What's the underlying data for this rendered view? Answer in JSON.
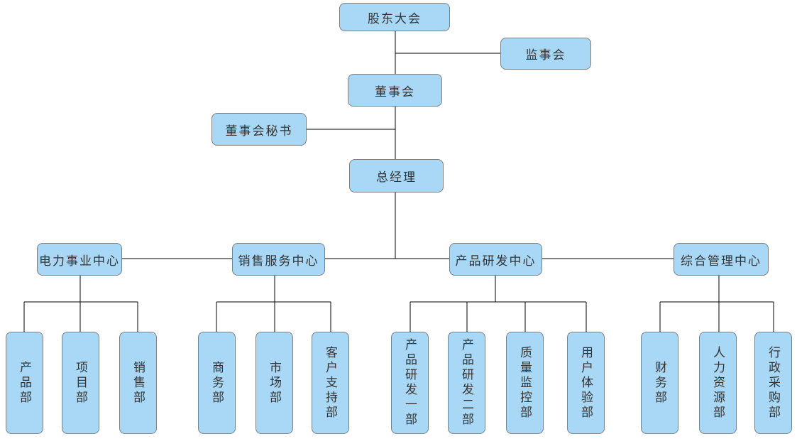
{
  "governance": {
    "shareholders_meeting": "股东大会",
    "supervisory_board": "监事会",
    "board_of_directors": "董事会",
    "board_secretary": "董事会秘书",
    "general_manager": "总经理"
  },
  "centers": [
    {
      "label": "电力事业中心",
      "departments": [
        "产品部",
        "项目部",
        "销售部"
      ]
    },
    {
      "label": "销售服务中心",
      "departments": [
        "商务部",
        "市场部",
        "客户支持部"
      ]
    },
    {
      "label": "产品研发中心",
      "departments": [
        "产品研发一部",
        "产品研发二部",
        "质量监控部",
        "用户体验部"
      ]
    },
    {
      "label": "综合管理中心",
      "departments": [
        "财务部",
        "人力资源部",
        "行政采购部"
      ]
    }
  ],
  "colors": {
    "node_fill": "#A9D8F6",
    "node_border": "#7F7F7F",
    "connector": "#000000",
    "text": "#333333",
    "background": "#FFFFFF"
  }
}
